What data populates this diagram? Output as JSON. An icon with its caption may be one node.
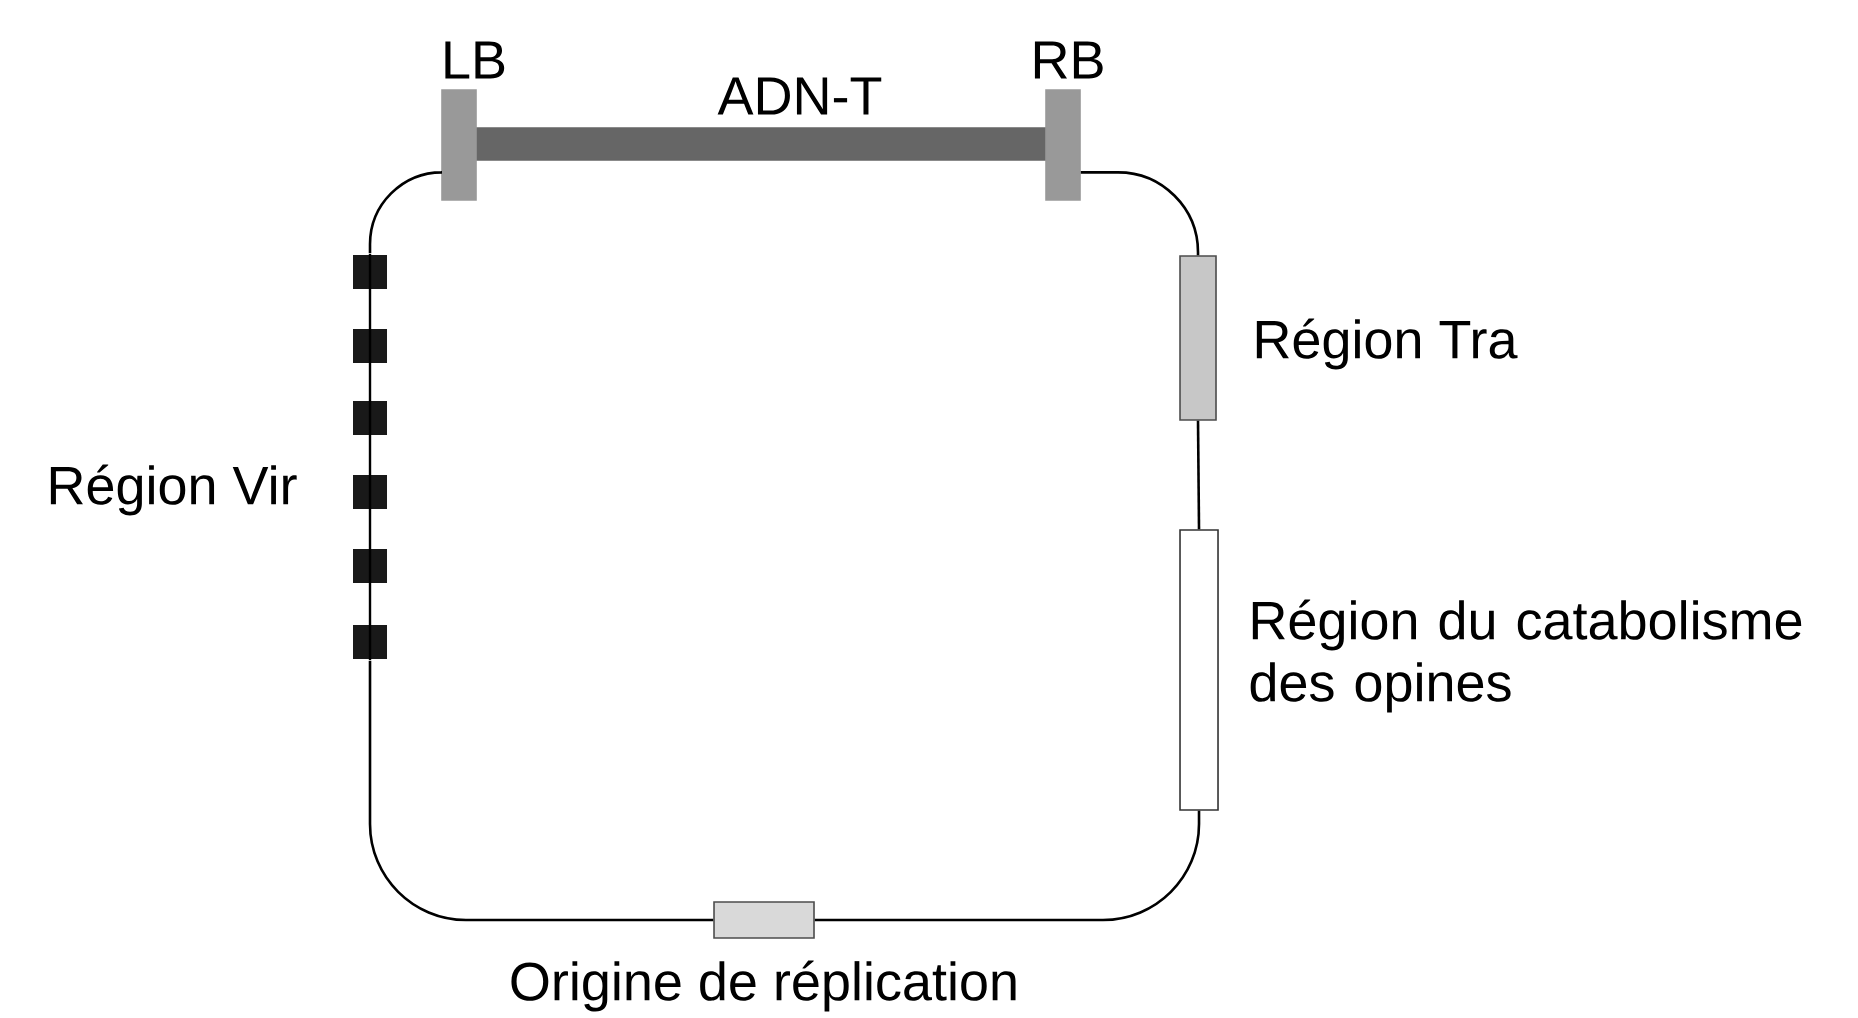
{
  "diagram": {
    "nodes": [
      {
        "text": [
          "ADN-T"
        ]
      },
      {
        "text": [
          "LB"
        ]
      },
      {
        "text": [
          "RB"
        ]
      },
      {
        "text": [
          "Région Vir"
        ]
      },
      {
        "text": [
          "Région Tra"
        ]
      },
      {
        "text": [
          "Région du catabolisme des opines"
        ]
      },
      {
        "text": [
          "Origine de réplication"
        ]
      }
    ],
    "edges": [
      {
        "from": 1,
        "to": 3,
        "arrow": "none"
      },
      {
        "from": 3,
        "to": 6,
        "arrow": "none"
      },
      {
        "from": 6,
        "to": 5,
        "arrow": "none"
      },
      {
        "from": 5,
        "to": 4,
        "arrow": "none"
      },
      {
        "from": 4,
        "to": 2,
        "arrow": "none"
      }
    ]
  }
}
